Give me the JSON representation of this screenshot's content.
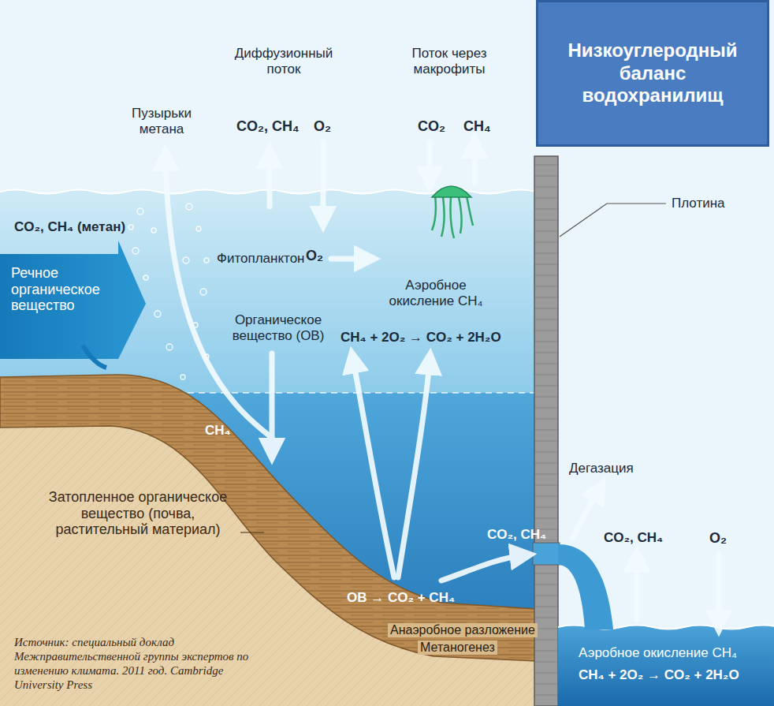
{
  "diagram": {
    "title": "Низкоуглеродный баланс водохранилищ",
    "caption": "Источник: специальный доклад Межправительственной группы экспертов по изменению климата. 2011 год. Cambridge University Press",
    "labels": [
      "Диффузионный поток",
      "Поток через макрофиты",
      "Пузырьки метана",
      "CO₂, CH₄",
      "O₂",
      "CO₂",
      "CH₄",
      "Плотина",
      "CO₂, CH₄ (метан)",
      "Речное органическое вещество",
      "Фитопланктон",
      "O₂",
      "Аэробное окисление CH₄",
      "Органическое вещество (ОВ)",
      "CH₄ + 2O₂ → CO₂ + 2H₂O",
      "CH₄",
      "Дегазация",
      "CO₂, CH₄",
      "CO₂, CH₄",
      "O₂",
      "Затопленное органическое вещество (почва, растительный материал)",
      "ОВ → CO₂ + CH₄",
      "Анаэробное разложение",
      "Метаногенез",
      "Аэробное окисление CH₄",
      "CH₄ + 2O₂ → CO₂ + 2H₂O"
    ]
  }
}
